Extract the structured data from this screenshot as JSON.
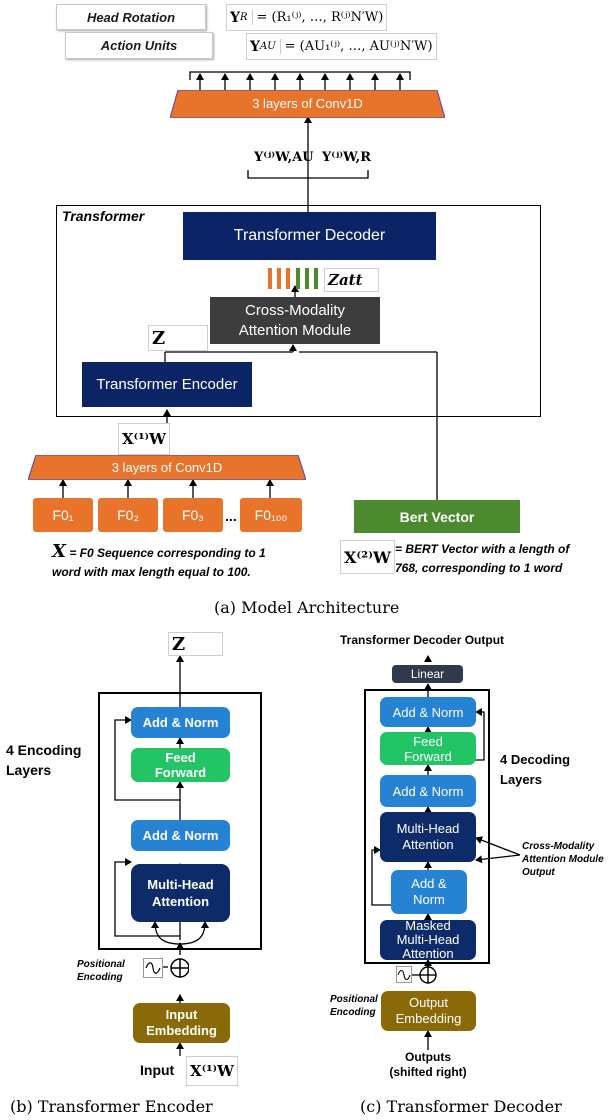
{
  "top": {
    "head_rotation_label": "Head Rotation",
    "action_units_label": "Action Units",
    "y_r_lhs": "Y",
    "y_r_sub": "R",
    "y_r_rhs": "= (R₁⁽ʲ⁾, …, R⁽ʲ⁾N′W)",
    "y_au_lhs": "Y",
    "y_au_sub": "AU",
    "y_au_rhs": "= (AU₁⁽ʲ⁾, …, AU⁽ʲ⁾N′W)",
    "conv_top_label": "3 layers of Conv1D",
    "y_w_au": "Y⁽ʲ⁾W,AU",
    "y_w_r": "Y⁽ʲ⁾W,R"
  },
  "transformer": {
    "title": "Transformer",
    "decoder_label": "Transformer Decoder",
    "zatt_label": "Zatt",
    "cross_modality_line1": "Cross-Modality",
    "cross_modality_line2": "Attention Module",
    "z_label": "Z",
    "encoder_label": "Transformer Encoder"
  },
  "inputs": {
    "xw1_label": "X⁽¹⁾W",
    "conv_bottom_label": "3 layers of Conv1D",
    "f0": [
      "F0₁",
      "F0₂",
      "F0₃",
      "F0₁₀₀"
    ],
    "ellipsis": "...",
    "bert_label": "Bert Vector",
    "x_symbol": "X",
    "x_note_line1": "= F0 Sequence corresponding to 1",
    "x_note_line2": "word with max length equal to 100.",
    "xw2_label": "X⁽²⁾W",
    "bert_note_line1": "= BERT Vector with a length of",
    "bert_note_line2": "768, corresponding to 1 word"
  },
  "captions": {
    "a": "(a) Model Architecture",
    "b": "(b) Transformer Encoder",
    "c": "(c) Transformer Decoder"
  },
  "encoder": {
    "z_label": "Z",
    "layers_line1": "4 Encoding",
    "layers_line2": "Layers",
    "add_norm_top": "Add & Norm",
    "ff_line1": "Feed",
    "ff_line2": "Forward",
    "add_norm_bottom": "Add & Norm",
    "mha_line1": "Multi-Head",
    "mha_line2": "Attention",
    "pos_line1": "Positional",
    "pos_line2": "Encoding",
    "embed_line1": "Input",
    "embed_line2": "Embedding",
    "input_label": "Input",
    "input_math": "X⁽¹⁾W"
  },
  "decoder": {
    "output_title": "Transformer Decoder Output",
    "linear_label": "Linear",
    "add_norm_1": "Add & Norm",
    "ff_line1": "Feed",
    "ff_line2": "Forward",
    "add_norm_2": "Add & Norm",
    "mha_line1": "Multi-Head",
    "mha_line2": "Attention",
    "add_norm_3_line1": "Add &",
    "add_norm_3_line2": "Norm",
    "masked_line1": "Masked",
    "masked_line2": "Multi-Head",
    "masked_line3": "Attention",
    "layers_line1": "4 Decoding",
    "layers_line2": "Layers",
    "cross_line1": "Cross-Modality",
    "cross_line2": "Attention Module",
    "cross_line3": "Output",
    "pos_line1": "Positional",
    "pos_line2": "Encoding",
    "embed_line1": "Output",
    "embed_line2": "Embedding",
    "outputs_line1": "Outputs",
    "outputs_line2": "(shifted right)"
  },
  "colors": {
    "navy": "#0b2466",
    "orange": "#e8742c",
    "blue": "#2683d4",
    "green": "#22c466",
    "olive": "#8a6a08",
    "bert_green": "#4d8a2f",
    "gray": "#3d3d3d"
  }
}
